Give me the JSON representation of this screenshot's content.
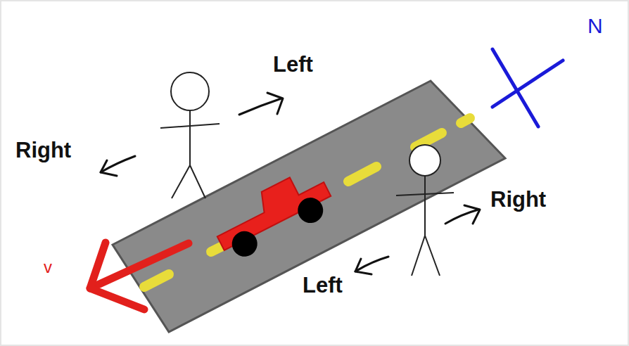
{
  "diagram": {
    "labels": [
      "N",
      "Left",
      "Right",
      "Right",
      "v",
      "Left"
    ]
  }
}
